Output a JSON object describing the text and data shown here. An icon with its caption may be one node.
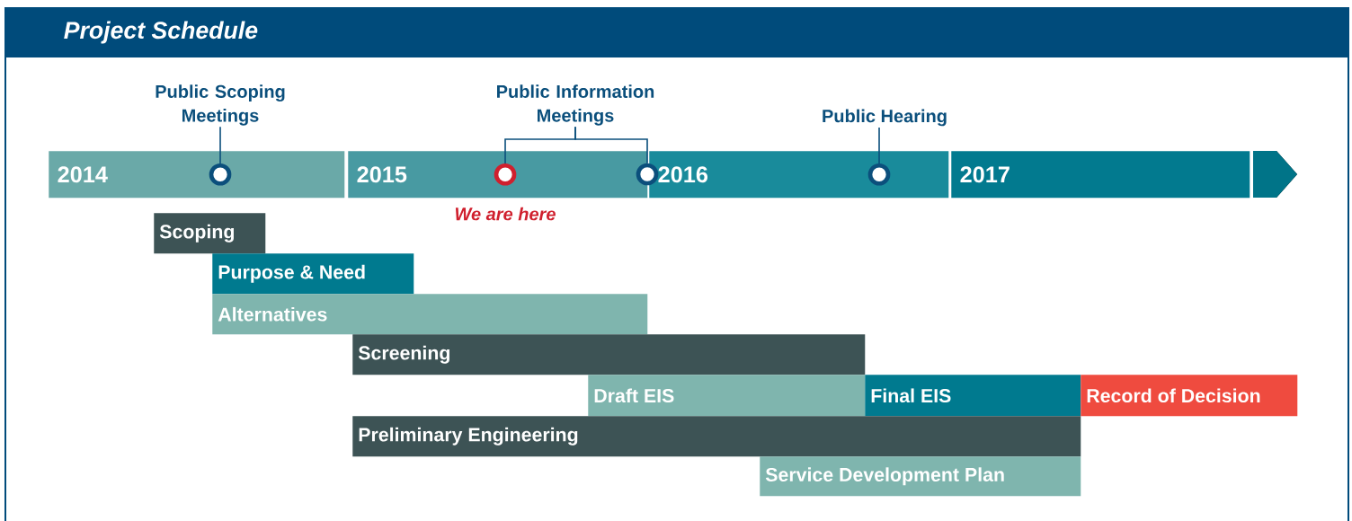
{
  "diagram": {
    "title": "Project Schedule",
    "nodes": [
      {
        "text": [
          "2014"
        ]
      },
      {
        "text": [
          "2015"
        ]
      },
      {
        "text": [
          "2016"
        ]
      },
      {
        "text": [
          "2017"
        ]
      },
      {
        "text": [
          "Public Scoping Meetings"
        ]
      },
      {
        "text": [
          "Public Information Meetings"
        ]
      },
      {
        "text": [
          "Public Hearing"
        ]
      },
      {
        "text": [],
        "shape": "circle",
        "in": 0
      },
      {
        "text": [],
        "shape": "circle",
        "in": 1,
        "beside": [
          "We are here"
        ]
      },
      {
        "text": [],
        "shape": "circle"
      },
      {
        "text": [],
        "shape": "circle",
        "in": 2
      },
      {
        "text": [
          "Scoping"
        ]
      },
      {
        "text": [
          "Purpose & Need"
        ]
      },
      {
        "text": [
          "Alternatives"
        ]
      },
      {
        "text": [
          "Screening"
        ]
      },
      {
        "text": [
          "Draft EIS"
        ]
      },
      {
        "text": [
          "Final EIS"
        ]
      },
      {
        "text": [
          "Record of Decision"
        ]
      },
      {
        "text": [
          "Preliminary Engineering"
        ]
      },
      {
        "text": [
          "Service Development Plan"
        ]
      }
    ],
    "edges": [
      {
        "from": 4,
        "to": 7,
        "arrow": "none"
      },
      {
        "from": 5,
        "to": 8,
        "arrow": "none"
      },
      {
        "from": 5,
        "to": 9,
        "arrow": "none"
      },
      {
        "from": 6,
        "to": 10,
        "arrow": "none"
      }
    ]
  }
}
